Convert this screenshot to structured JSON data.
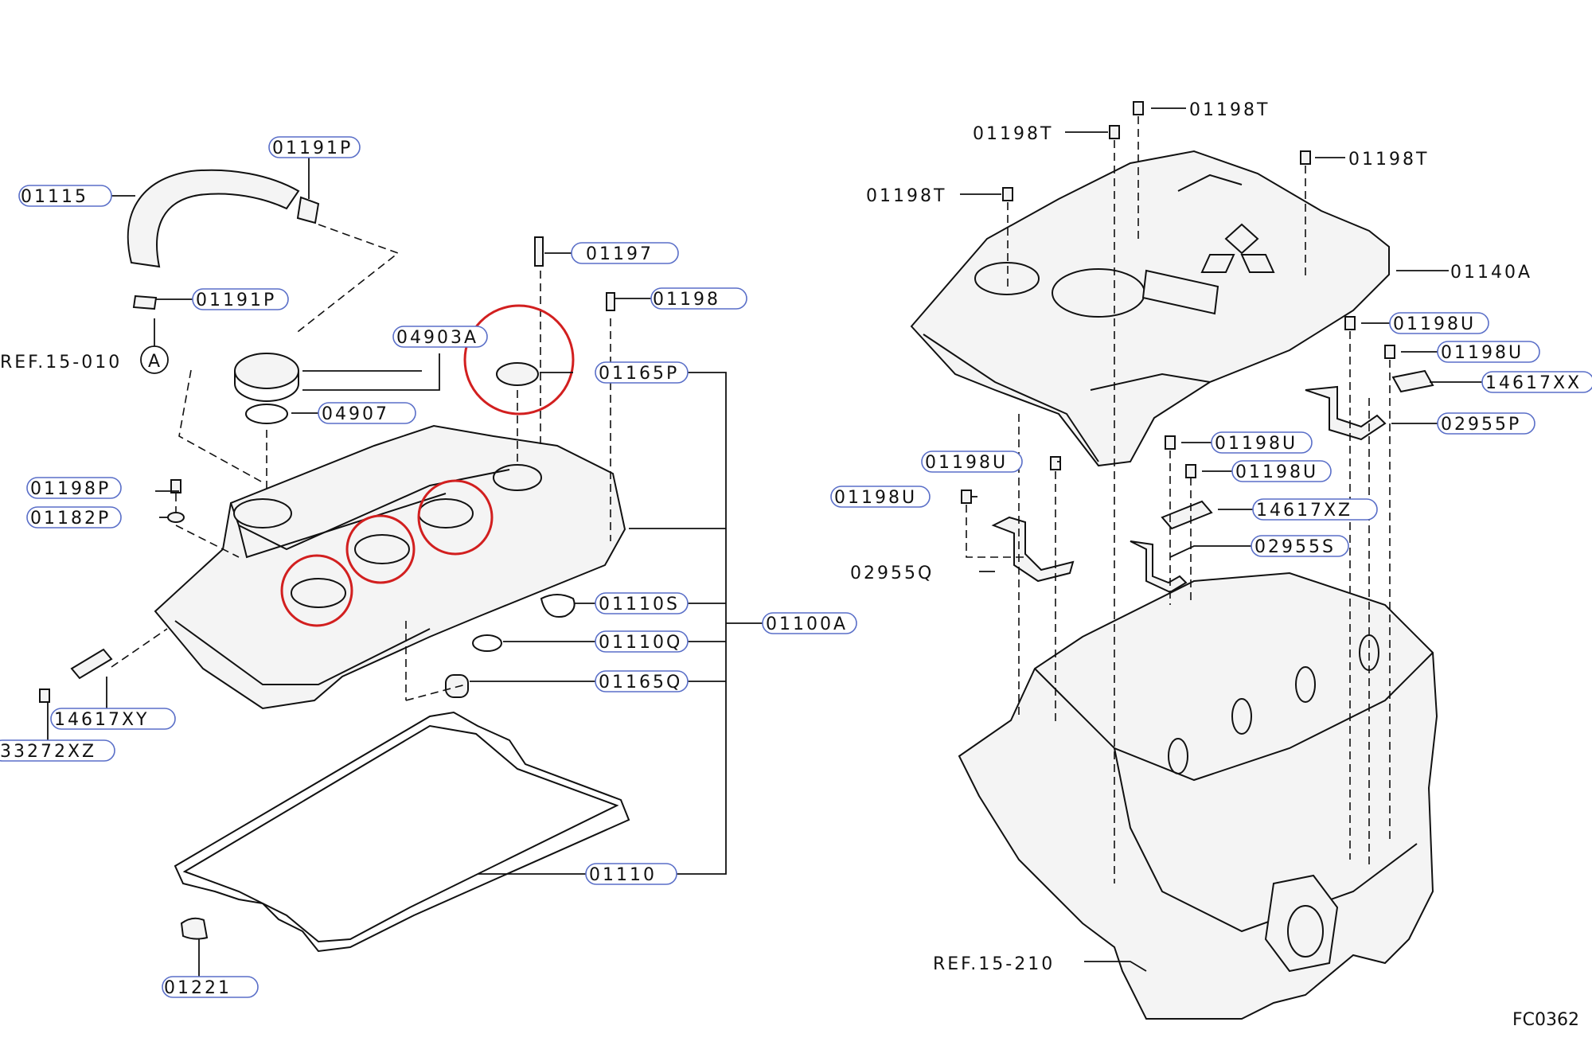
{
  "labels": {
    "l01191p_a": "01191P",
    "l01115": "01115",
    "l01191p_b": "01191P",
    "ref15010": "REF.15-010",
    "ref_circle": "A",
    "l04903a": "04903A",
    "l04907": "04907",
    "l01197": "01197",
    "l01198": "01198",
    "l01165p": "01165P",
    "l01198p": "01198P",
    "l01182p": "01182P",
    "l01110s": "01110S",
    "l01110q": "01110Q",
    "l01165q": "01165Q",
    "l01100a": "01100A",
    "l14617xy": "14617XY",
    "l33272xz": "33272XZ",
    "l01110": "01110",
    "l01221": "01221",
    "l01198t_top": "01198T",
    "l01198t_l1": "01198T",
    "l01198t_r": "01198T",
    "l01198t_l2": "01198T",
    "l01140a": "01140A",
    "l01198u_r1": "01198U",
    "l01198u_r2": "01198U",
    "l14617xx": "14617XX",
    "l02955p": "02955P",
    "l01198u_m1": "01198U",
    "l01198u_l1": "01198U",
    "l01198u_m2": "01198U",
    "l01198u_l2": "01198U",
    "l14617xz": "14617XZ",
    "l02955s": "02955S",
    "l02955q": "02955Q",
    "ref15210": "REF.15-210",
    "code": "FC0362"
  },
  "colors": {
    "highlight": "#d21f1f",
    "pill_border": "#5a6fc8"
  }
}
